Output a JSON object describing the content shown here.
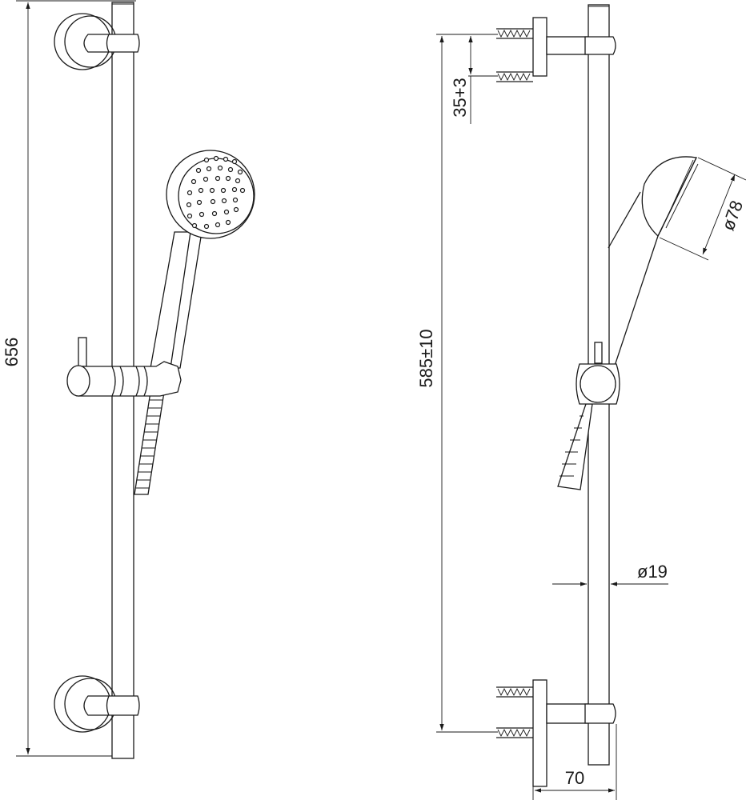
{
  "title": "Shower rail set dimension drawing",
  "dimensions": {
    "total_height": "656",
    "bracket_spacing": "585±10",
    "screw_spacing": "35+3",
    "head_diameter": "ø78",
    "rail_diameter": "ø19",
    "wall_projection": "70"
  },
  "colors": {
    "line": "#1a1a1a",
    "background": "#ffffff"
  }
}
